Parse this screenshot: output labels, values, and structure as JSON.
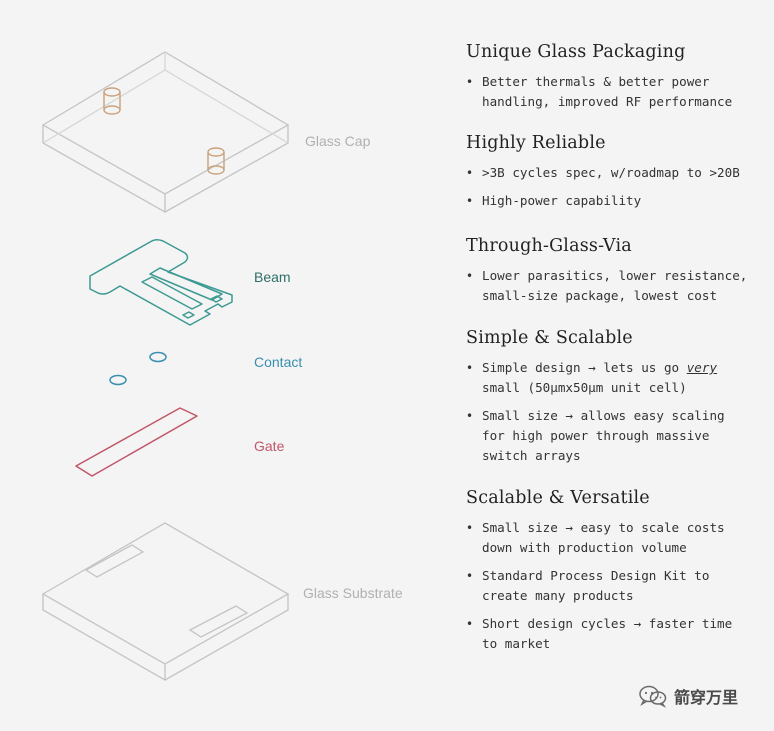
{
  "diagram": {
    "labels": {
      "glass_cap": "Glass Cap",
      "beam": "Beam",
      "contact": "Contact",
      "gate": "Gate",
      "glass_substrate": "Glass Substrate"
    },
    "colors": {
      "glass": "#c4c4c4",
      "glass_label": "#b0b0b0",
      "via": "#c9a27c",
      "beam": "#3d9a92",
      "beam_label": "#2f6e68",
      "contact": "#3a8fb0",
      "gate": "#c0566a"
    }
  },
  "features": {
    "sections": [
      {
        "title": "Unique Glass Packaging",
        "bullets": [
          "Better thermals & better power\nhandling, improved RF performance"
        ]
      },
      {
        "title": "Highly Reliable",
        "bullets": [
          ">3B cycles spec, w/roadmap to >20B",
          "High-power capability"
        ]
      },
      {
        "title": "Through-Glass-Via",
        "bullets": [
          "Lower parasitics, lower resistance,\nsmall-size package, lowest cost"
        ]
      },
      {
        "title": "Simple & Scalable",
        "bullets": [
          {
            "pre": "Simple design → lets us go ",
            "em": "very",
            "post": "\nsmall (50μmx50μm unit cell)"
          },
          "Small size → allows easy scaling\nfor high power through massive\nswitch arrays"
        ]
      },
      {
        "title": "Scalable & Versatile",
        "bullets": [
          "Small size → easy to scale costs\ndown with production volume",
          "Standard Process Design Kit  to\ncreate many products",
          "Short design cycles → faster time\nto market"
        ]
      }
    ]
  },
  "watermark": {
    "text": "箭穿万里",
    "icon": "wechat-icon"
  }
}
